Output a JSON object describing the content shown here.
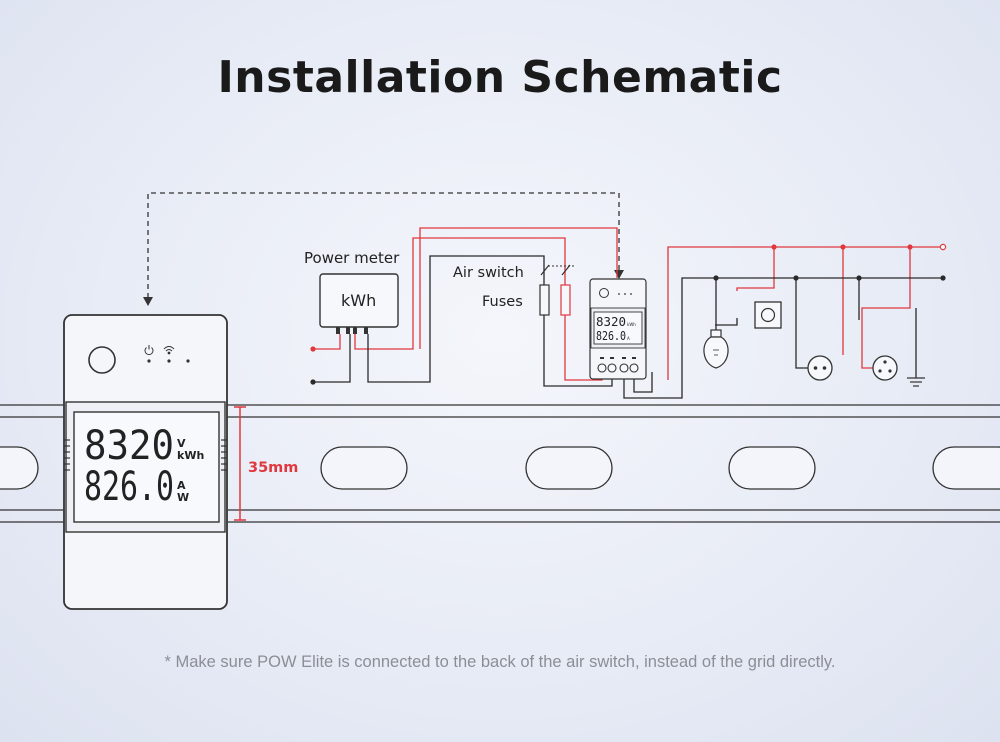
{
  "title": "Installation Schematic",
  "labels": {
    "power_meter": "Power meter",
    "kwh": "kWh",
    "air_switch": "Air switch",
    "fuses": "Fuses",
    "rail_height": "35mm"
  },
  "device_display": {
    "line1_value": "8320",
    "line1_unit_top": "V",
    "line1_unit_bottom": "kWh",
    "line2_value": "826.0",
    "line2_unit_top": "A",
    "line2_unit_bottom": "W"
  },
  "small_device_display": {
    "line1_value": "8320",
    "line1_unit": "kWh",
    "line2_value": "826.0",
    "line2_unit": "A"
  },
  "footnote": "* Make sure POW Elite is connected to the back of the air switch, instead of the grid directly.",
  "colors": {
    "live_wire": "#e0383e",
    "neutral_wire": "#2a2a2a",
    "outline": "#333333"
  },
  "icons": [
    "power-icon",
    "wifi-icon",
    "light-bulb-icon",
    "wall-switch-icon",
    "socket-icon",
    "three-pin-socket-icon",
    "ground-icon"
  ]
}
